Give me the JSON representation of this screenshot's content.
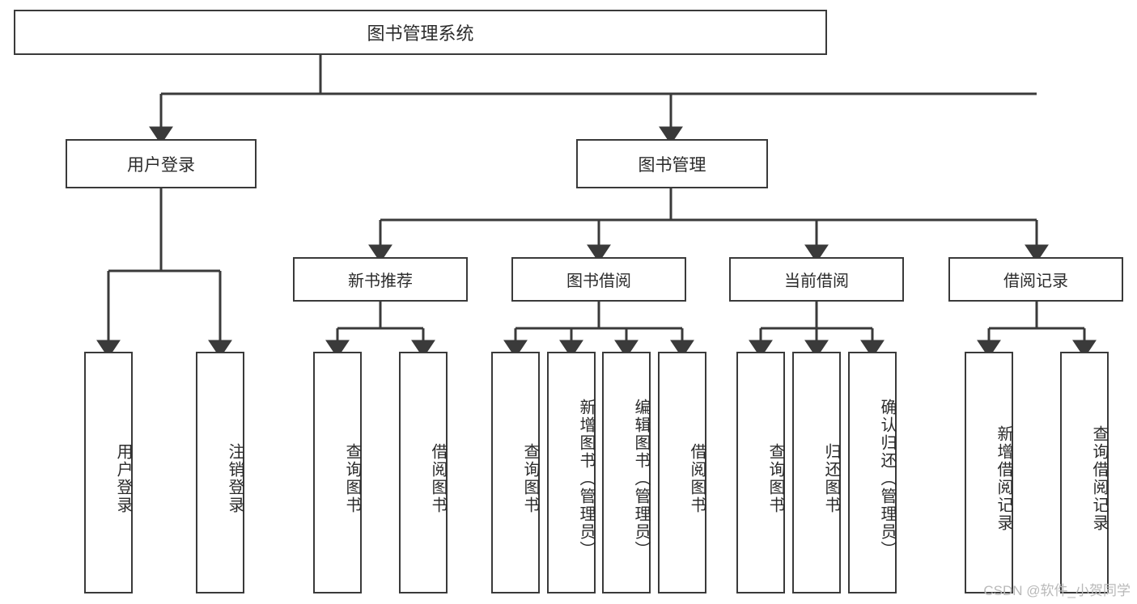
{
  "diagram": {
    "type": "tree-hierarchy-functional-decomposition",
    "title": "图书管理系统",
    "line_color": "#3a3a3a",
    "box_fill": "#ffffff",
    "text_color": "#2b2b2b",
    "root": {
      "id": "root",
      "label": "图书管理系统"
    },
    "level2": [
      {
        "id": "login",
        "label": "用户登录"
      },
      {
        "id": "bookmgmt",
        "label": "图书管理"
      }
    ],
    "level3": [
      {
        "id": "newbook",
        "label": "新书推荐",
        "parent": "bookmgmt"
      },
      {
        "id": "borrow",
        "label": "图书借阅",
        "parent": "bookmgmt"
      },
      {
        "id": "current",
        "label": "当前借阅",
        "parent": "bookmgmt"
      },
      {
        "id": "records",
        "label": "借阅记录",
        "parent": "bookmgmt"
      }
    ],
    "leaves": [
      {
        "id": "leaf-1",
        "label": "用户登录",
        "parent": "login"
      },
      {
        "id": "leaf-2",
        "label": "注销登录",
        "parent": "login"
      },
      {
        "id": "leaf-3",
        "label": "查询图书",
        "parent": "newbook"
      },
      {
        "id": "leaf-4",
        "label": "借阅图书",
        "parent": "newbook"
      },
      {
        "id": "leaf-5",
        "label": "查询图书",
        "parent": "borrow"
      },
      {
        "id": "leaf-6",
        "label": "新增图书（管理员）",
        "parent": "borrow"
      },
      {
        "id": "leaf-7",
        "label": "编辑图书（管理员）",
        "parent": "borrow"
      },
      {
        "id": "leaf-8",
        "label": "借阅图书",
        "parent": "borrow"
      },
      {
        "id": "leaf-9",
        "label": "查询图书",
        "parent": "current"
      },
      {
        "id": "leaf-10",
        "label": "归还图书",
        "parent": "current"
      },
      {
        "id": "leaf-11",
        "label": "确认归还（管理员）",
        "parent": "current"
      },
      {
        "id": "leaf-12",
        "label": "新增借阅记录",
        "parent": "records"
      },
      {
        "id": "leaf-13",
        "label": "查询借阅记录",
        "parent": "records"
      }
    ]
  },
  "watermark": {
    "text": "CSDN @软件_小贺同学"
  }
}
